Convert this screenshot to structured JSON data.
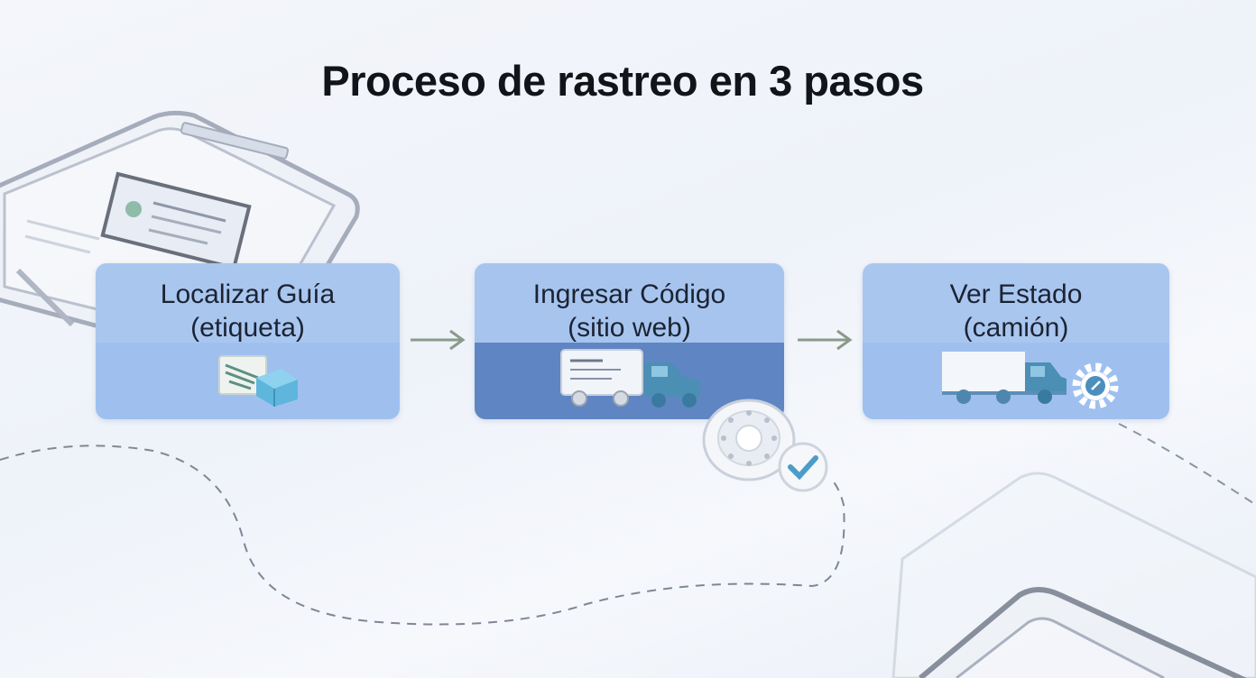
{
  "title": "Proceso de rastreo en 3 pasos",
  "steps": [
    {
      "line1": "Localizar Guía",
      "line2": "(etiqueta)",
      "icon": "label-package-icon"
    },
    {
      "line1": "Ingresar Código",
      "line2": "(sitio web)",
      "icon": "delivery-truck-icon"
    },
    {
      "line1": "Ver Estado",
      "line2": "(camión)",
      "icon": "truck-gear-icon"
    }
  ],
  "colors": {
    "box_top": "#a9c6ef",
    "box_bottom": "#9fc0ef",
    "box_bottom_active": "#5f86c3",
    "arrow": "#8a9a8a",
    "title": "#111418"
  }
}
